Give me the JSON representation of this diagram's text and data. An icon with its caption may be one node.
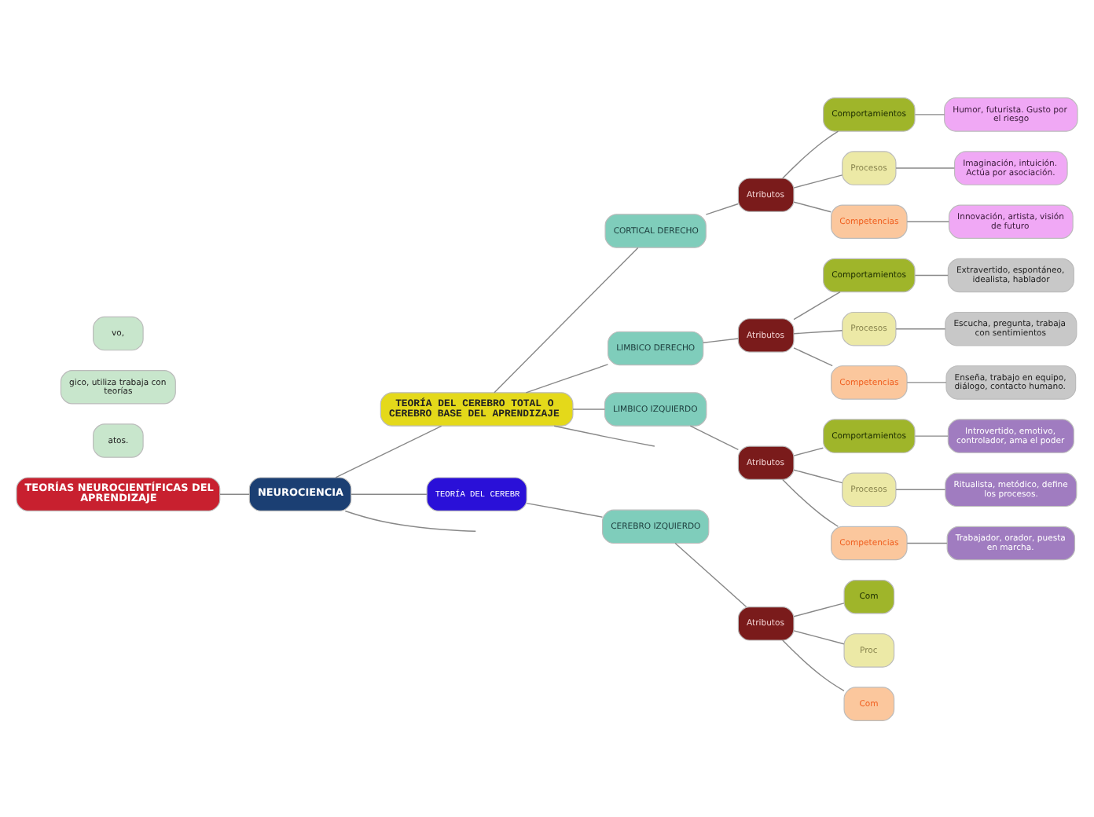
{
  "diagram": {
    "nodes": [
      {
        "text": [
          "TEORÍAS NEUROCIENTÍFICAS DEL APRENDIZAJE"
        ]
      },
      {
        "text": [
          "NEUROCIENCIA"
        ]
      },
      {
        "text": [
          "TEORÍA DEL CEREBRO TOTAL O CEREBRO BASE DEL APRENDIZAJE"
        ]
      },
      {
        "text": [
          "TEORÍA DEL CEREBR"
        ]
      },
      {
        "text": [
          "CORTICAL DERECHO"
        ]
      },
      {
        "text": [
          "Atributos"
        ]
      },
      {
        "text": [
          "Comportamientos"
        ]
      },
      {
        "text": [
          "Humor, futurista. Gusto por el riesgo"
        ]
      },
      {
        "text": [
          "Procesos"
        ]
      },
      {
        "text": [
          "Imaginación, intuición. Actúa por asociación."
        ]
      },
      {
        "text": [
          "Competencias"
        ]
      },
      {
        "text": [
          "Innovación, artista, visión de futuro"
        ]
      },
      {
        "text": [
          "LIMBICO DERECHO"
        ]
      },
      {
        "text": [
          "Atributos"
        ]
      },
      {
        "text": [
          "Comportamientos"
        ]
      },
      {
        "text": [
          "Extravertido, espontáneo, idealista, hablador"
        ]
      },
      {
        "text": [
          "Procesos"
        ]
      },
      {
        "text": [
          "Escucha, pregunta, trabaja con sentimientos"
        ]
      },
      {
        "text": [
          "Competencias"
        ]
      },
      {
        "text": [
          "Enseña, trabajo en equipo, diálogo, contacto humano."
        ]
      },
      {
        "text": [
          "LIMBICO IZQUIERDO"
        ]
      },
      {
        "text": [
          "Atributos"
        ]
      },
      {
        "text": [
          "Comportamientos"
        ]
      },
      {
        "text": [
          "Introvertido, emotivo, controlador, ama el poder"
        ]
      },
      {
        "text": [
          "Procesos"
        ]
      },
      {
        "text": [
          "Ritualista, metódico, define los procesos."
        ]
      },
      {
        "text": [
          "Competencias"
        ]
      },
      {
        "text": [
          "Trabajador, orador, puesta en marcha."
        ]
      },
      {
        "text": [
          "CEREBRO IZQUIERDO"
        ]
      },
      {
        "text": [
          "Atributos"
        ]
      },
      {
        "text": [
          "Com"
        ]
      },
      {
        "text": [
          "Proc"
        ]
      },
      {
        "text": [
          "Com"
        ]
      },
      {
        "text": [
          "atos."
        ]
      },
      {
        "text": [
          "gico, utiliza trabaja con teorías"
        ]
      },
      {
        "text": [
          "vo,"
        ]
      }
    ],
    "edges": [
      {
        "from": 0,
        "to": 1,
        "arrow": "none"
      },
      {
        "from": 1,
        "to": 2,
        "arrow": "none"
      },
      {
        "from": 1,
        "to": 3,
        "arrow": "none"
      },
      {
        "from": 1,
        "to": null,
        "arrow": "none"
      },
      {
        "from": 2,
        "to": null,
        "arrow": "none"
      },
      {
        "from": 2,
        "to": 4,
        "arrow": "none"
      },
      {
        "from": 2,
        "to": 12,
        "arrow": "none"
      },
      {
        "from": 2,
        "to": 20,
        "arrow": "none"
      },
      {
        "from": 4,
        "to": 5,
        "arrow": "none"
      },
      {
        "from": 5,
        "to": 6,
        "arrow": "none"
      },
      {
        "from": 6,
        "to": 7,
        "arrow": "none"
      },
      {
        "from": 5,
        "to": 8,
        "arrow": "none"
      },
      {
        "from": 8,
        "to": 9,
        "arrow": "none"
      },
      {
        "from": 5,
        "to": 10,
        "arrow": "none"
      },
      {
        "from": 10,
        "to": 11,
        "arrow": "none"
      },
      {
        "from": 12,
        "to": 13,
        "arrow": "none"
      },
      {
        "from": 13,
        "to": 14,
        "arrow": "none"
      },
      {
        "from": 14,
        "to": 15,
        "arrow": "none"
      },
      {
        "from": 13,
        "to": 16,
        "arrow": "none"
      },
      {
        "from": 16,
        "to": 17,
        "arrow": "none"
      },
      {
        "from": 13,
        "to": 18,
        "arrow": "none"
      },
      {
        "from": 18,
        "to": 19,
        "arrow": "none"
      },
      {
        "from": 20,
        "to": 21,
        "arrow": "none"
      },
      {
        "from": 21,
        "to": 22,
        "arrow": "none"
      },
      {
        "from": 22,
        "to": 23,
        "arrow": "none"
      },
      {
        "from": 21,
        "to": 24,
        "arrow": "none"
      },
      {
        "from": 24,
        "to": 25,
        "arrow": "none"
      },
      {
        "from": 21,
        "to": 26,
        "arrow": "none"
      },
      {
        "from": 26,
        "to": 27,
        "arrow": "none"
      },
      {
        "from": 3,
        "to": 28,
        "arrow": "none"
      },
      {
        "from": 28,
        "to": 29,
        "arrow": "none"
      },
      {
        "from": 29,
        "to": 30,
        "arrow": "none"
      },
      {
        "from": 29,
        "to": 31,
        "arrow": "none"
      },
      {
        "from": 29,
        "to": 32,
        "arrow": "none"
      }
    ]
  }
}
